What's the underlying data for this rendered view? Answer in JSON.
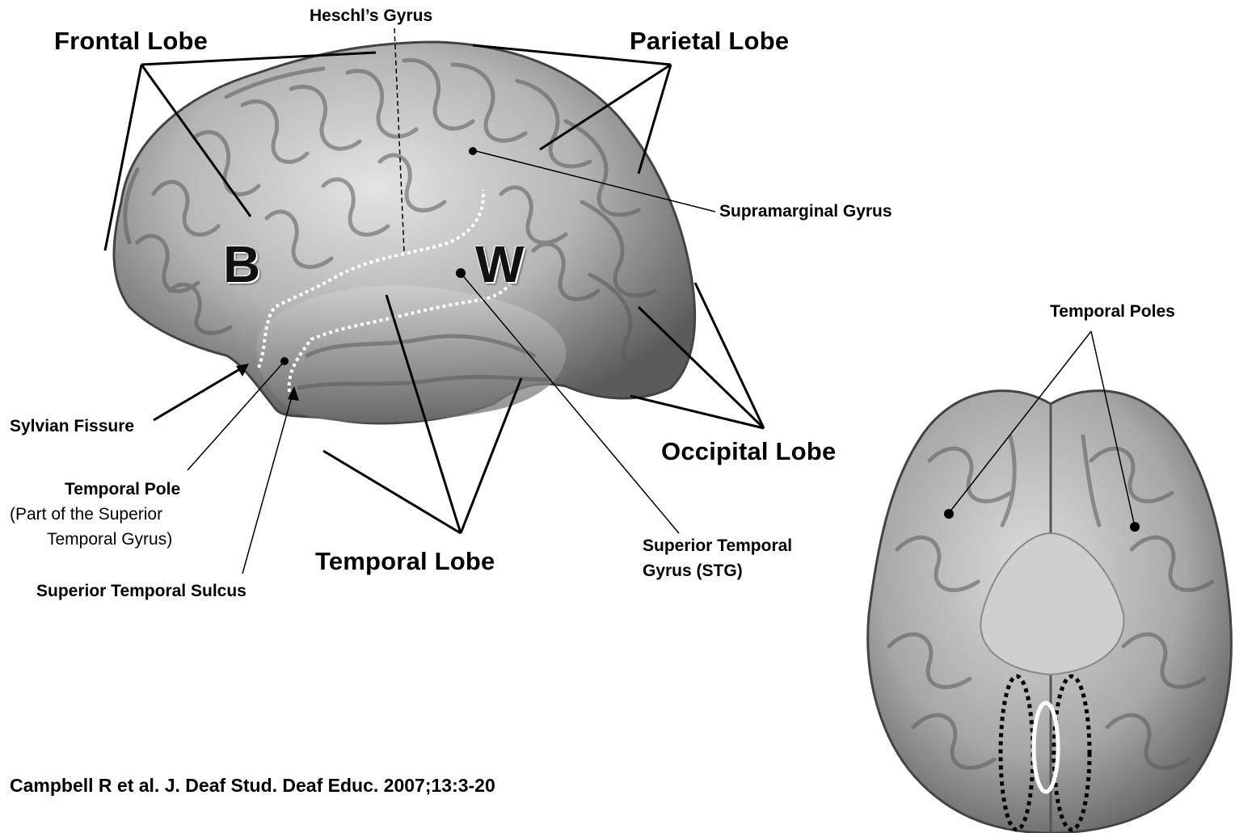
{
  "labels": {
    "heschls_gyrus": "Heschl’s Gyrus",
    "frontal_lobe": "Frontal Lobe",
    "parietal_lobe": "Parietal Lobe",
    "supramarginal_gyrus": "Supramarginal Gyrus",
    "broca_marker": "B",
    "wernicke_marker": "W",
    "temporal_poles": "Temporal Poles",
    "sylvian_fissure": "Sylvian Fissure",
    "occipital_lobe": "Occipital Lobe",
    "temporal_pole_title": "Temporal Pole",
    "temporal_pole_note_line1": "(Part of the Superior",
    "temporal_pole_note_line2": "Temporal Gyrus)",
    "superior_temporal_gyrus_line1": "Superior Temporal",
    "superior_temporal_gyrus_line2": "Gyrus (STG)",
    "temporal_lobe": "Temporal Lobe",
    "superior_temporal_sulcus": "Superior Temporal Sulcus"
  },
  "citation": "Campbell R et al. J. Deaf Stud. Deaf Educ. 2007;13:3-20",
  "colors": {
    "brain_light": "#d9d9d9",
    "brain_mid": "#9a9a9a",
    "brain_dark": "#4a4a4a",
    "line": "#000000",
    "fissure": "#ffffff"
  }
}
